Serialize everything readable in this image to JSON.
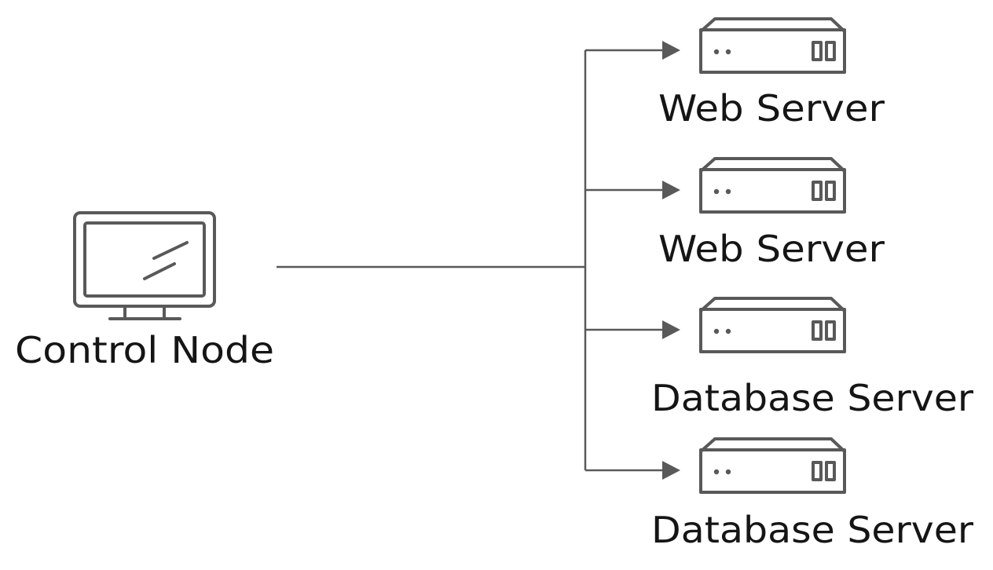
{
  "control_node": {
    "label": "Control Node",
    "icon": "monitor-icon"
  },
  "servers": [
    {
      "label": "Web Server",
      "icon": "server-icon"
    },
    {
      "label": "Web Server",
      "icon": "server-icon"
    },
    {
      "label": "Database Server",
      "icon": "server-icon"
    },
    {
      "label": "Database Server",
      "icon": "server-icon"
    }
  ],
  "colors": {
    "line": "#595959",
    "text": "#151515",
    "background": "#ffffff"
  }
}
